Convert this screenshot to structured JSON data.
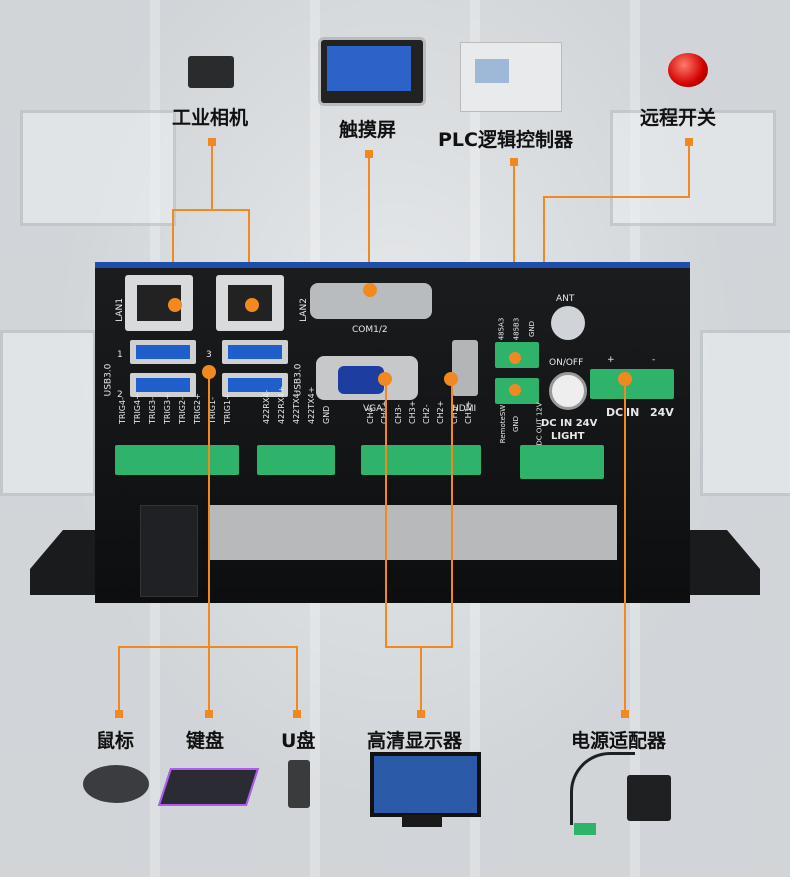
{
  "top_labels": {
    "camera": "工业相机",
    "touchscreen": "触摸屏",
    "plc": "PLC逻辑控制器",
    "remote_switch": "远程开关"
  },
  "bottom_labels": {
    "mouse": "鼠标",
    "keyboard": "键盘",
    "udisk": "U盘",
    "monitor": "高清显示器",
    "power_adapter": "电源适配器"
  },
  "panel_text": {
    "lan1": "LAN1",
    "lan2": "LAN2",
    "usb30_left": "USB3.0",
    "usb30_right": "USB3.0",
    "usb_num_1": "1",
    "usb_num_2": "2",
    "usb_num_3": "3",
    "com": "COM1/2",
    "vga": "VGA",
    "hdmi": "HDMI",
    "ant": "ANT",
    "onoff": "ON/OFF",
    "dc": "DC",
    "in": "IN",
    "v24": "24V",
    "plus": "+",
    "minus": "-",
    "dc_in_24v": "DC IN 24V",
    "light": "LIGHT",
    "rs485a": "485A3",
    "rs485b": "485B3",
    "gnd": "GND",
    "remote_sw": "RemoteSW",
    "gnd2": "GND",
    "dc_out": "DC OUT 12V",
    "trig_pins": [
      "TRIG4-",
      "TRIG4+",
      "TRIG3-",
      "TRIG3+",
      "TRIG2-",
      "TRIG2+",
      "TRIG1-",
      "TRIG1+"
    ],
    "rs422_pins": [
      "422RX4-",
      "422RX4+",
      "422TX4-",
      "422TX4+",
      "GND"
    ],
    "ch_pins": [
      "CH4-",
      "CH4+",
      "CH3-",
      "CH3+",
      "CH2-",
      "CH2+",
      "CH1-",
      "CH1+"
    ]
  },
  "colors": {
    "accent_line": "#f08a20",
    "device_top_stripe": "#1f4fa8",
    "terminal_green": "#2fb26a",
    "usb_blue": "#1f5ecb"
  }
}
